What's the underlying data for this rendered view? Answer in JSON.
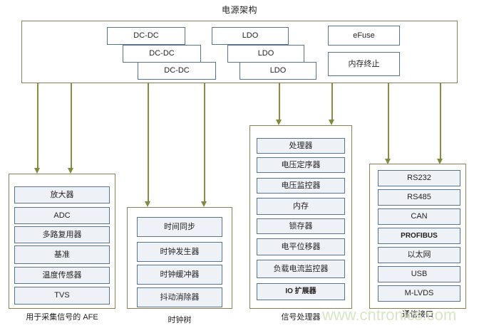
{
  "title": "电源架构",
  "power_architecture": {
    "dcdc_blocks": [
      {
        "label": "DC-DC"
      },
      {
        "label": "DC-DC"
      },
      {
        "label": "DC-DC"
      }
    ],
    "ldo_blocks": [
      {
        "label": "LDO"
      },
      {
        "label": "LDO"
      },
      {
        "label": "LDO"
      }
    ],
    "misc_blocks": [
      {
        "label": "eFuse"
      },
      {
        "label": "内存终止"
      }
    ]
  },
  "groups": [
    {
      "id": "afe",
      "caption": "用于采集信号的 AFE",
      "blocks": [
        {
          "label": "放大器"
        },
        {
          "label": "ADC"
        },
        {
          "label": "多路复用器"
        },
        {
          "label": "基准"
        },
        {
          "label": "温度传感器"
        },
        {
          "label": "TVS"
        }
      ]
    },
    {
      "id": "clock-tree",
      "caption": "时钟树",
      "blocks": [
        {
          "label": "时间同步"
        },
        {
          "label": "时钟发生器"
        },
        {
          "label": "时钟缓冲器"
        },
        {
          "label": "抖动消除器"
        }
      ]
    },
    {
      "id": "signal-processor",
      "caption": "信号处理器",
      "blocks": [
        {
          "label": "处理器"
        },
        {
          "label": "电压定序器"
        },
        {
          "label": "电压监控器"
        },
        {
          "label": "内存"
        },
        {
          "label": "锁存器"
        },
        {
          "label": "电平位移器"
        },
        {
          "label": "负载电流监控器"
        },
        {
          "label": "IO 扩展器"
        }
      ]
    },
    {
      "id": "comm-interface",
      "caption": "通信接口",
      "blocks": [
        {
          "label": "RS232"
        },
        {
          "label": "RS485"
        },
        {
          "label": "CAN"
        },
        {
          "label": "PROFIBUS"
        },
        {
          "label": "以太网"
        },
        {
          "label": "USB"
        },
        {
          "label": "M-LVDS"
        }
      ]
    }
  ],
  "watermark": "www.cntronics.com",
  "colors": {
    "outer_border": "#8c7f54",
    "block_border": "#57748f",
    "block_fill": "#eef2f6",
    "arrow": "#8c8a44",
    "arrow_head": "#7f8b3c",
    "watermark": "#d8e6c4",
    "text": "#231f20"
  }
}
